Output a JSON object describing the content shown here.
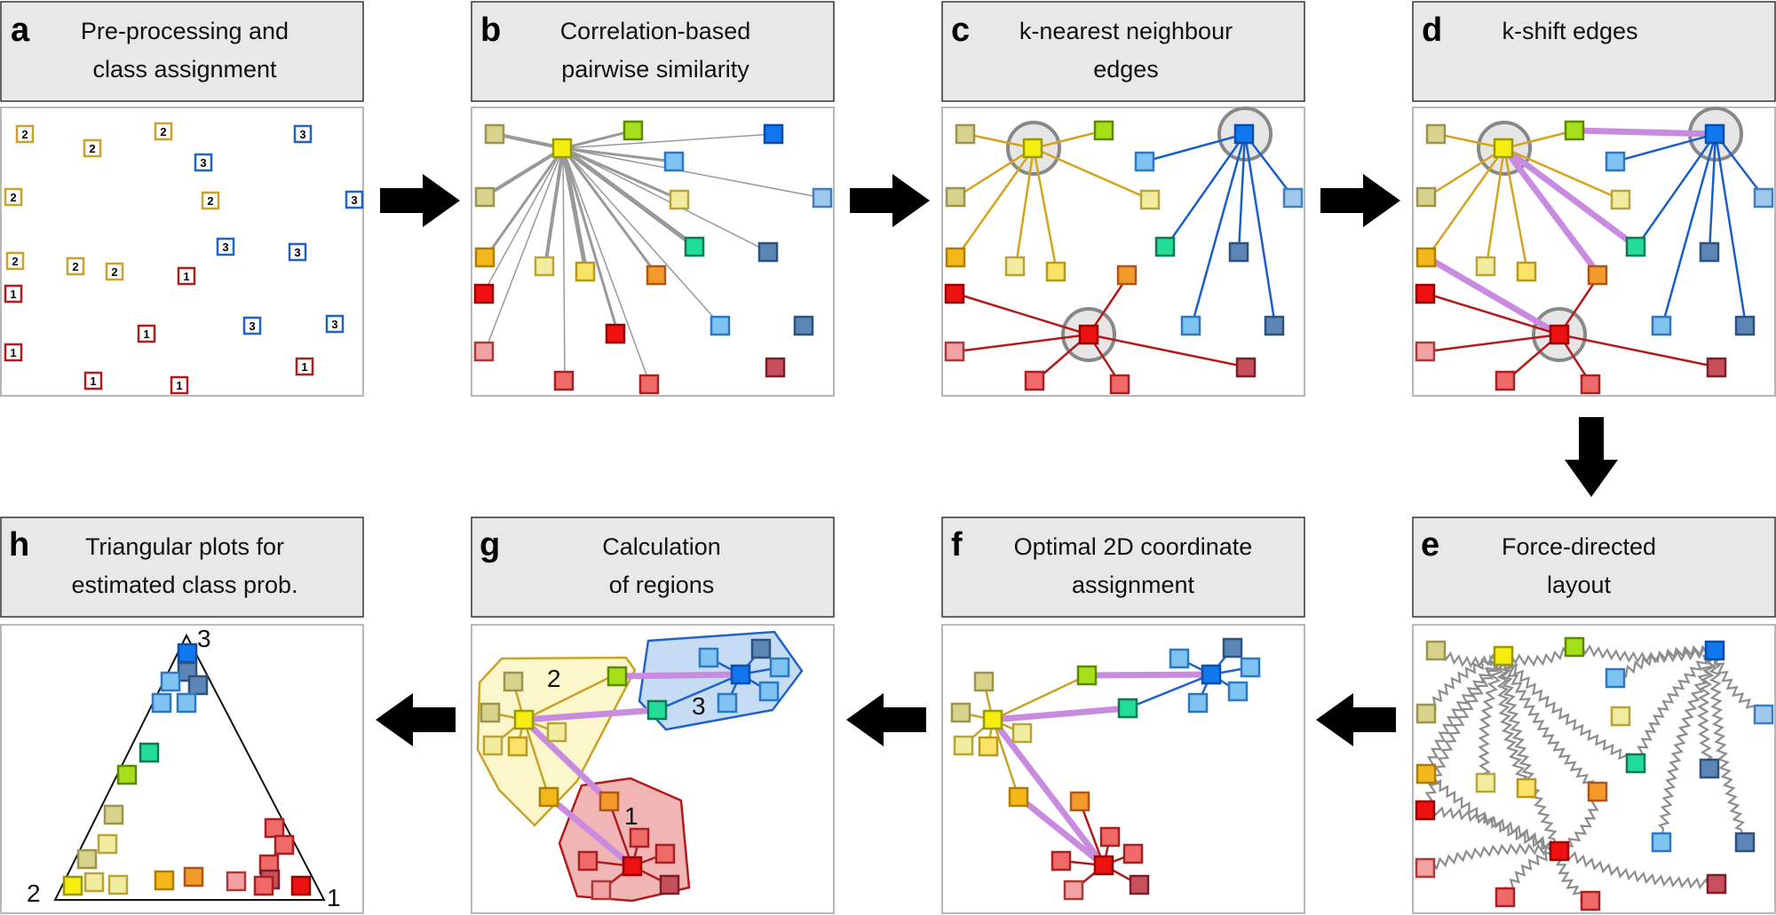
{
  "panels": [
    {
      "id": "a",
      "letter": "a",
      "title_lines": [
        "Pre-processing and",
        "class assignment"
      ]
    },
    {
      "id": "b",
      "letter": "b",
      "title_lines": [
        "Correlation-based",
        "pairwise similarity"
      ]
    },
    {
      "id": "c",
      "letter": "c",
      "title_lines": [
        "k-nearest neighbour",
        "edges"
      ]
    },
    {
      "id": "d",
      "letter": "d",
      "title_lines": [
        "k-shift edges"
      ]
    },
    {
      "id": "e",
      "letter": "e",
      "title_lines": [
        "Force-directed",
        "layout"
      ]
    },
    {
      "id": "f",
      "letter": "f",
      "title_lines": [
        "Optimal 2D coordinate",
        "assignment"
      ]
    },
    {
      "id": "g",
      "letter": "g",
      "title_lines": [
        "Calculation",
        "of regions"
      ]
    },
    {
      "id": "h",
      "letter": "h",
      "title_lines": [
        "Triangular plots for",
        "estimated class prob."
      ]
    }
  ],
  "class_labels": {
    "one": "1",
    "two": "2",
    "three": "3"
  },
  "region_labels": {
    "yellow": "2",
    "blue": "3",
    "red": "1"
  },
  "triangle_labels": {
    "top": "3",
    "left": "2",
    "right": "1"
  },
  "colors": {
    "class1": "#b01c1c",
    "class2": "#c9a227",
    "class3": "#1f63c8",
    "edge_gray": "#8c8c8c",
    "kshift": "#c98be0",
    "panel_header_bg": "#e8e8e8",
    "panel_border": "#333333",
    "box_border": "#a0a0a0",
    "arrow": "#000000",
    "node_yellow": "#f5ee10",
    "node_blue": "#1177ee",
    "node_red": "#ee1111"
  }
}
